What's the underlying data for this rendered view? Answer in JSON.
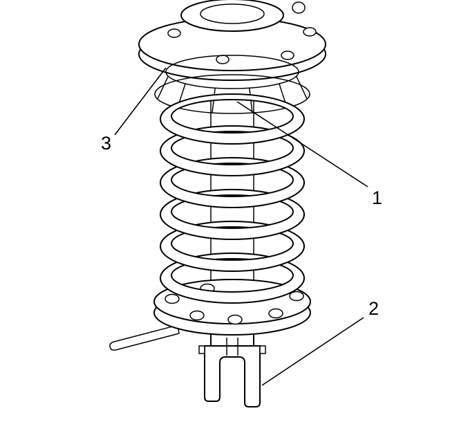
{
  "figure": {
    "description": "Line drawing of a suspension strut and coil spring assembly with numbered callouts",
    "callouts": {
      "c1": {
        "label": "1"
      },
      "c2": {
        "label": "2"
      },
      "c3": {
        "label": "3"
      }
    }
  },
  "colors": {
    "line": "#000000",
    "background": "#ffffff"
  }
}
